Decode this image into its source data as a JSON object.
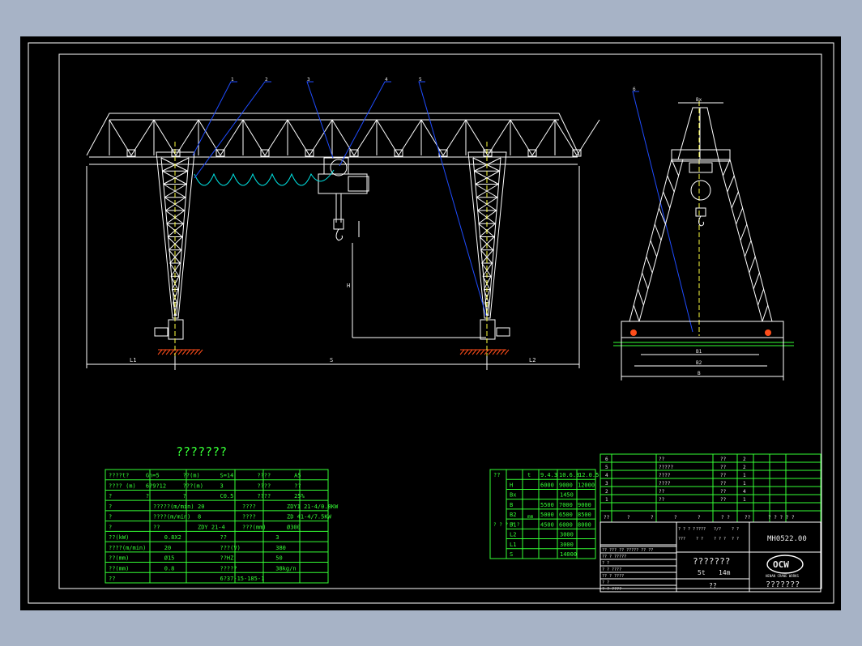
{
  "colors": {
    "background_page": "#a7b3c6",
    "sheet": "#000000",
    "line": "#ffffff",
    "table": "#35ff35",
    "leader": "#1f4cff",
    "cable": "#00e0e0",
    "base": "#ff4d1a",
    "rail": "#ffff40"
  },
  "balloons": [
    "1",
    "2",
    "3",
    "4",
    "5",
    "6"
  ],
  "dims": {
    "L1": "L1",
    "S": "S",
    "L2": "L2",
    "H": "H",
    "B1": "B1",
    "B2": "B2",
    "B": "B",
    "Bx": "Bx"
  },
  "spec": {
    "title": "???????",
    "rows": [
      [
        "????t?",
        "Gn=5",
        "??(m)",
        "S=14",
        "????",
        "A5"
      ],
      [
        "???? (m)",
        "6?9?12",
        "???(m)",
        "3",
        "????",
        "??"
      ],
      [
        "?",
        "?",
        "?",
        "C0.5",
        "????",
        "25%"
      ],
      [
        "?",
        "?????(m/min)",
        "20",
        "????",
        "ZDY1 21-4/0.8KW"
      ],
      [
        "?",
        "????(m/min)",
        "8",
        "????",
        "ZD 41-4/7.5KW"
      ],
      [
        "?",
        "??",
        "ZDY 21-4",
        "???(mm)",
        "Ø300"
      ],
      [
        "??(kW)",
        "0.8X2",
        "??",
        "3"
      ],
      [
        "????(m/min)",
        "20",
        "???(V)",
        "380"
      ],
      [
        "??(mm)",
        "Ø15",
        "??HZ",
        "50"
      ],
      [
        "??(mm)",
        "0.8",
        "?????",
        "38kg/n"
      ],
      [
        "??",
        "6?37-15-185-1"
      ]
    ]
  },
  "size_table": {
    "header": [
      "??",
      "t",
      "9.4.3",
      "10.6.8",
      "12.0.5"
    ],
    "unit": "mm",
    "rows": [
      [
        "H",
        "6000",
        "9000",
        "12000"
      ],
      [
        "Bx",
        "1450"
      ],
      [
        "B",
        "5500",
        "7000",
        "9000"
      ],
      [
        "B2",
        "5000",
        "6500",
        "8500"
      ],
      [
        "B1",
        "4500",
        "6000",
        "8000"
      ],
      [
        "L2",
        "3000"
      ],
      [
        "L1",
        "3000"
      ],
      [
        "S",
        "14000"
      ]
    ],
    "side": "? ? ? ? ?"
  },
  "parts_list": {
    "rows": [
      [
        "6",
        "??",
        "??",
        "2"
      ],
      [
        "5",
        "?????",
        "??",
        "2"
      ],
      [
        "4",
        "????",
        "??",
        "1"
      ],
      [
        "3",
        "????",
        "??",
        "1"
      ],
      [
        "2",
        "??",
        "??",
        "4"
      ],
      [
        "1",
        "??",
        "??",
        "1"
      ]
    ],
    "header": [
      "??",
      "?",
      "?",
      "?",
      "?",
      "? ?",
      "??",
      "? ? ? ?",
      "?"
    ]
  },
  "title_block": {
    "drawing_no": "MH0522.00",
    "name": "???????",
    "capacity": "5t",
    "span": "14m",
    "company": "???????",
    "logo": "OCW",
    "logo_sub": "HENAN CRANE WORKS",
    "remark": "??",
    "left_rows": [
      "?? ??? ?? ????? ?? ??",
      "?? ? ?????",
      "? ?",
      "? ? ????",
      "?? ? ????",
      "? ?",
      "? ? ????"
    ],
    "cells": [
      "? ? ? ?",
      "????",
      "?/?",
      "? ?",
      "???",
      "? ?",
      "? ? ?",
      "? ?"
    ]
  }
}
